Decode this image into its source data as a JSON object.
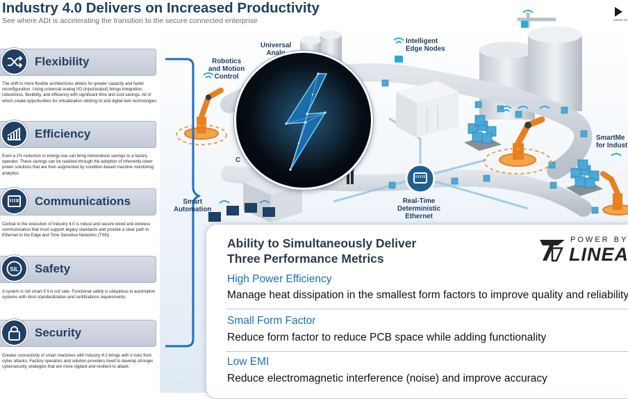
{
  "header": {
    "title": "Industry 4.0 Delivers on Increased Productivity",
    "subtitle": "See where ADI is accelerating the transition to the secure connected enterprise",
    "corner_mark_text": "AHEAD OF WHAT'S POSSIBLE"
  },
  "categories": [
    {
      "label": "Flexibility",
      "icon": "shuffle-icon",
      "text": "The shift to more flexible architectures allows for greater capacity and faster reconfiguration. Using universal analog I/O (input/output) brings integration, robustness, flexibility, and efficiency with significant time and cost savings. All of which create opportunities for virtualization utilizing AI and digital twin technologies."
    },
    {
      "label": "Efficiency",
      "icon": "growth-chart-icon",
      "text": "Even a 1% reduction in energy use can bring tremendous savings to a factory operator. These savings can be realized through the adoption of inherently lower power solutions that are then augmented by condition-based machine monitoring analytics."
    },
    {
      "label": "Communications",
      "icon": "ethernet-port-icon",
      "text": "Central to the execution of Industry 4.0 is robust and secure wired and wireless communication that must support legacy standards and provide a clear path to Ethernet to the Edge and Time Sensitive Networks (TSN)."
    },
    {
      "label": "Safety",
      "icon": "sil-badge-icon",
      "badge": "SIL",
      "text": "A system is not smart if it is not safe. Functional safety is ubiquitous in automation systems with strict standardization and certifications requirements."
    },
    {
      "label": "Security",
      "icon": "padlock-icon",
      "text": "Greater connectivity of smart machines with Industry 4.0 brings with it risks from cyber attacks. Factory operators and solution providers need to develop stronger cybersecurity strategies that are more vigilant and resilient to attack."
    }
  ],
  "scene_labels": {
    "robotics": "Robotics\nand Motion\nControl",
    "universal": "Universal\nAnalo",
    "edge": "Intelligent\nEdge Nodes",
    "smart_me": "SmartMe\nfor Indust",
    "rtde": "Real-Time\nDeterministic\nEthernet",
    "smart_auto": "Smart\nAutomation",
    "c_fragment": "C"
  },
  "metrics": {
    "heading_line1": "Ability to Simultaneously Deliver",
    "heading_line2": "Three Performance Metrics",
    "items": [
      {
        "title": "High Power Efficiency",
        "desc": "Manage heat dissipation in the smallest form factors to improve quality and reliability"
      },
      {
        "title": "Small Form Factor",
        "desc": "Reduce form factor to reduce PCB space while adding functionality"
      },
      {
        "title": "Low EMI",
        "desc": "Reduce electromagnetic interference (noise) and improve accuracy"
      }
    ],
    "logo_top": "POWER BY",
    "logo_bottom": "LINEAR"
  },
  "colors": {
    "navy": "#1f3f63",
    "accent_blue": "#1a6fb5",
    "bracket_blue": "#1d6fc2",
    "robot_orange": "#e8801e",
    "cube_blue": "#4aa9d6",
    "conveyor_grey": "#c7cdd5",
    "lightning_blue": "#5cc6ff"
  }
}
